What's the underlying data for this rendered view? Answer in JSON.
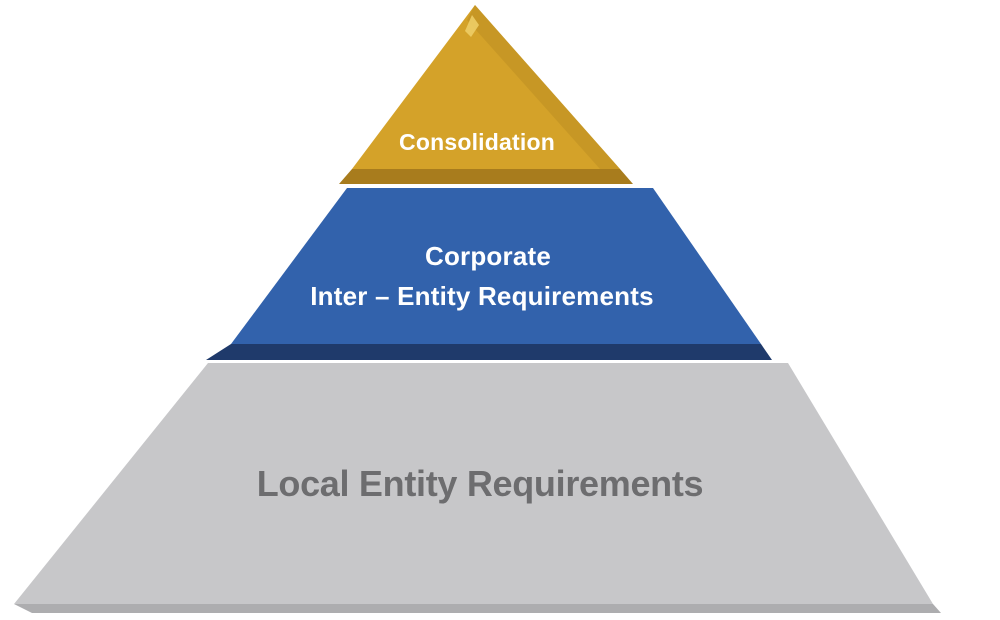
{
  "diagram": {
    "name": "requirements-pyramid",
    "background_color": "#ffffff",
    "tiers": [
      {
        "id": "consolidation",
        "label": "Consolidation",
        "color": "#D4A229",
        "bevel_color": "#A87C1D",
        "shade_color": "#BC8E22",
        "highlight_color": "#EDCD66",
        "text_color": "#FFFFFF"
      },
      {
        "id": "corporate-inter-entity",
        "label_line1": "Corporate",
        "label_line2": "Inter – Entity Requirements",
        "color": "#3262AC",
        "bevel_color": "#1F3A6B",
        "text_color": "#FFFFFF"
      },
      {
        "id": "local-entity",
        "label": "Local Entity Requirements",
        "color": "#C7C7C9",
        "bevel_color": "#ADADAF",
        "text_color": "#6D6D6F"
      }
    ]
  }
}
